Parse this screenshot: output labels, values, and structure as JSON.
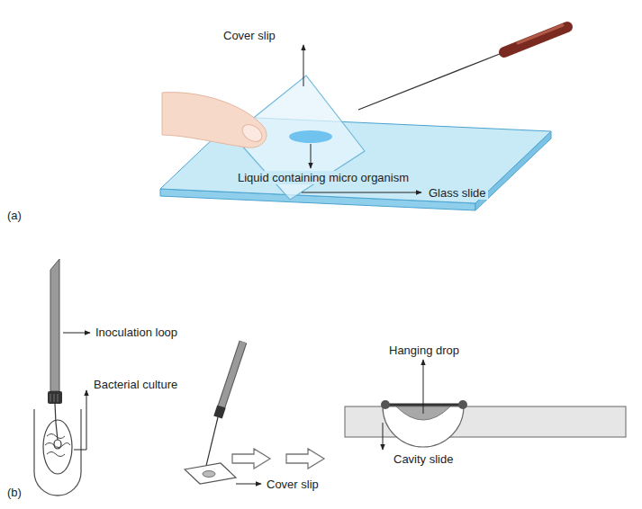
{
  "diagram": {
    "labels": [
      "Cover slip",
      "Glass slide",
      "Liquid containing micro organism",
      "(a)",
      "Inoculation loop",
      "Bacterial culture",
      "Cover slip",
      "Hanging drop",
      "Cavity slide",
      "(b)"
    ]
  }
}
